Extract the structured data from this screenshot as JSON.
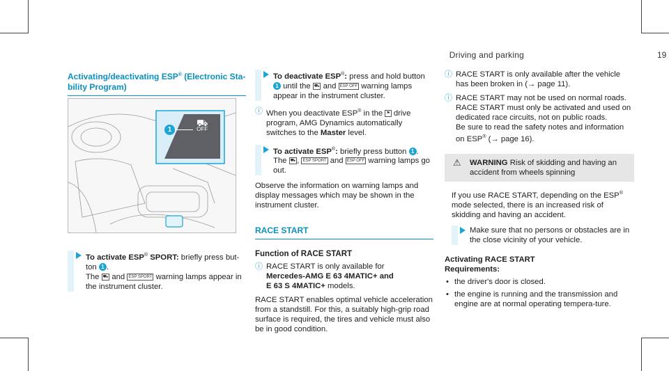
{
  "header": {
    "section": "Driving and parking",
    "page": "19"
  },
  "col1": {
    "title_line1": "Activating/deactivating ESP",
    "title_reg": "®",
    "title_rest": " (Electronic Sta-",
    "title_line2": "bility Program)",
    "figure_callout": "1",
    "figure_off_label": "OFF",
    "step1_head": "To activate ESP",
    "step1_reg": "®",
    "step1_head2": " SPORT:",
    "step1_t1": " briefly press but-",
    "step1_t2": "ton",
    "step1_num": "1",
    "step1_t3": "The",
    "step1_and": "and",
    "step1_t4": "warning lamps appear in",
    "step1_t5": "the instrument cluster."
  },
  "col2": {
    "step_deact_head": "To deactivate ESP",
    "reg": "®",
    "step_deact_colon": ":",
    "step_deact_t1": " press and hold button",
    "step_deact_num": "1",
    "step_deact_t2": "until the",
    "step_deact_and": "and",
    "step_deact_t3": "warning lamps",
    "step_deact_t4": "appear in the instrument cluster.",
    "note1_a": "When you deactivate ESP",
    "note1_b": " in the",
    "note1_c": "drive",
    "note1_d": "program, AMG Dynamics automatically",
    "note1_e": "switches to the",
    "note1_master": "Master",
    "note1_f": " level.",
    "step_act_head": "To activate ESP",
    "step_act_colon": ":",
    "step_act_t1": " briefly press button",
    "step_act_num": "1",
    "step_act_t2": "The",
    "step_act_and": "and",
    "step_act_t3": "warning lamps go",
    "step_act_t4": "out.",
    "observe": "Observe the information on warning lamps and display messages which may be shown in the instrument cluster.",
    "race_title": "RACE START",
    "func_title": "Function of RACE START",
    "note2_a": "RACE START is only available for",
    "note2_b": "Mercedes-AMG E 63 4MATIC+ and",
    "note2_c": "E 63 S 4MATIC+",
    "note2_d": " models.",
    "para2": "RACE START enables optimal vehicle acceleration from a standstill. For this, a suitably high-grip road surface is required, the tires and vehicle must also be in good condition."
  },
  "col3": {
    "note3": "RACE START is only available after the vehicle has been broken in (→ page 11).",
    "note4_a": "RACE START may not be used on normal roads. RACE START must only be activated and used on dedicated race circuits, not on public roads.",
    "note4_b": "Be sure to read the safety notes and information on ESP",
    "note4_c": " (→ page 16).",
    "warn_head": "WARNING",
    "warn_text": " Risk of skidding and having an accident from wheels spinning",
    "warn_body_a": "If you use RACE START, depending on the ESP",
    "warn_body_b": " mode selected, there is an increased risk of skidding and having an accident.",
    "warn_step": "Make sure that no persons or obstacles are in the close vicinity of your vehicle.",
    "act_title": "Activating RACE START",
    "req_title": "Requirements:",
    "bullets": [
      "the driver's door is closed.",
      "the engine is running and the transmission and engine are at normal operating tempera-ture."
    ],
    "reg": "®"
  },
  "colors": {
    "accent": "#0b8fbf",
    "callout": "#1aa5d6",
    "tint": "#e2f3fa"
  }
}
